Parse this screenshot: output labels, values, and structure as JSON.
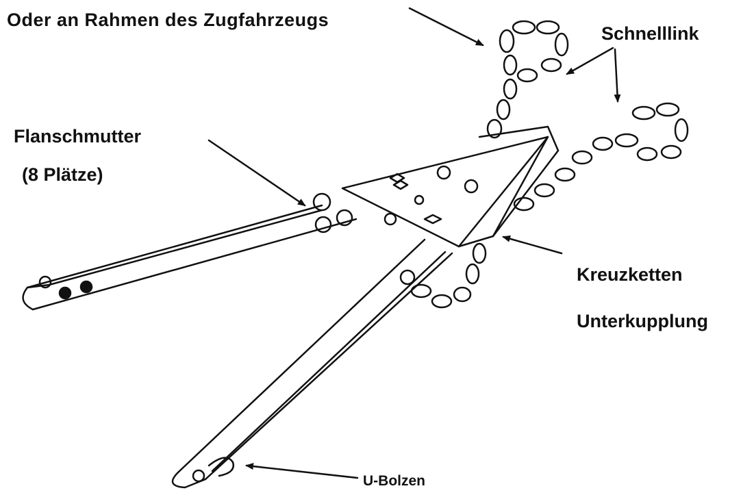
{
  "labels": {
    "frame": "Oder an Rahmen des Zugfahrzeugs",
    "quick_link": "Schnelllink",
    "flange_nut": "Flanschmutter",
    "flange_nut_count": "(8 Plätze)",
    "cross_chains": "Kreuzketten",
    "sub_coupling": "Unterkupplung",
    "u_bolt": "U-Bolzen"
  },
  "colors": {
    "ink": "#111111",
    "background": "#ffffff"
  }
}
